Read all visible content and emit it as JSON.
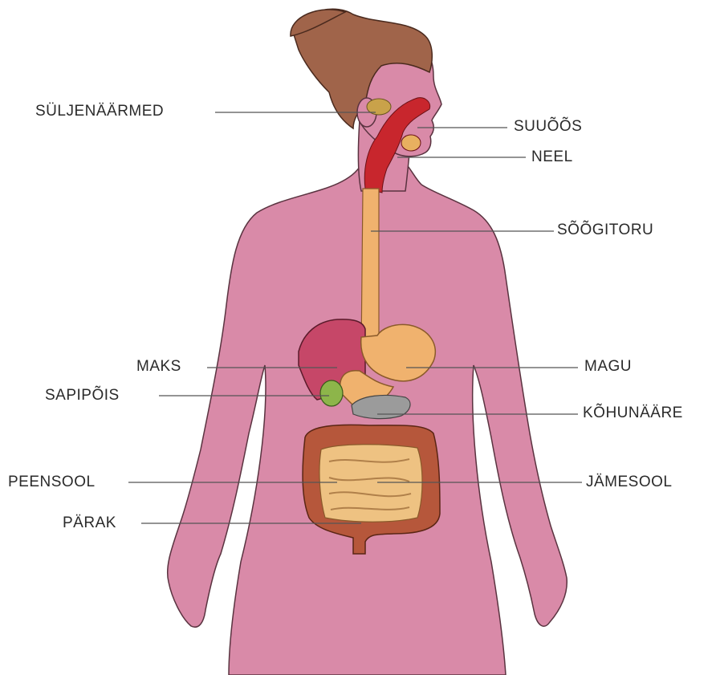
{
  "labels": {
    "suljenaarmed": "SÜLJENÄÄRMED",
    "suuoos": "SUUÕÕS",
    "neel": "NEEL",
    "soogitoru": "SÕÕGITORU",
    "maks": "MAKS",
    "sapipois": "SAPIPÕIS",
    "magu": "MAGU",
    "kohunaare": "KÕHUNÄÄRE",
    "peensool": "PEENSOOL",
    "jamesool": "JÄMESOOL",
    "parak": "PÄRAK"
  },
  "colors": {
    "skin": "#d98aa8",
    "hair": "#a0644a",
    "throat": "#c8262d",
    "esophagus": "#f0b26e",
    "liver": "#c64768",
    "gallbladder": "#8db54a",
    "pancreas": "#9b9b9b",
    "large_intestine": "#b6573b",
    "small_intestine": "#eec282",
    "salivary_gland": "#c9a24a",
    "leader_line": "#555555"
  }
}
